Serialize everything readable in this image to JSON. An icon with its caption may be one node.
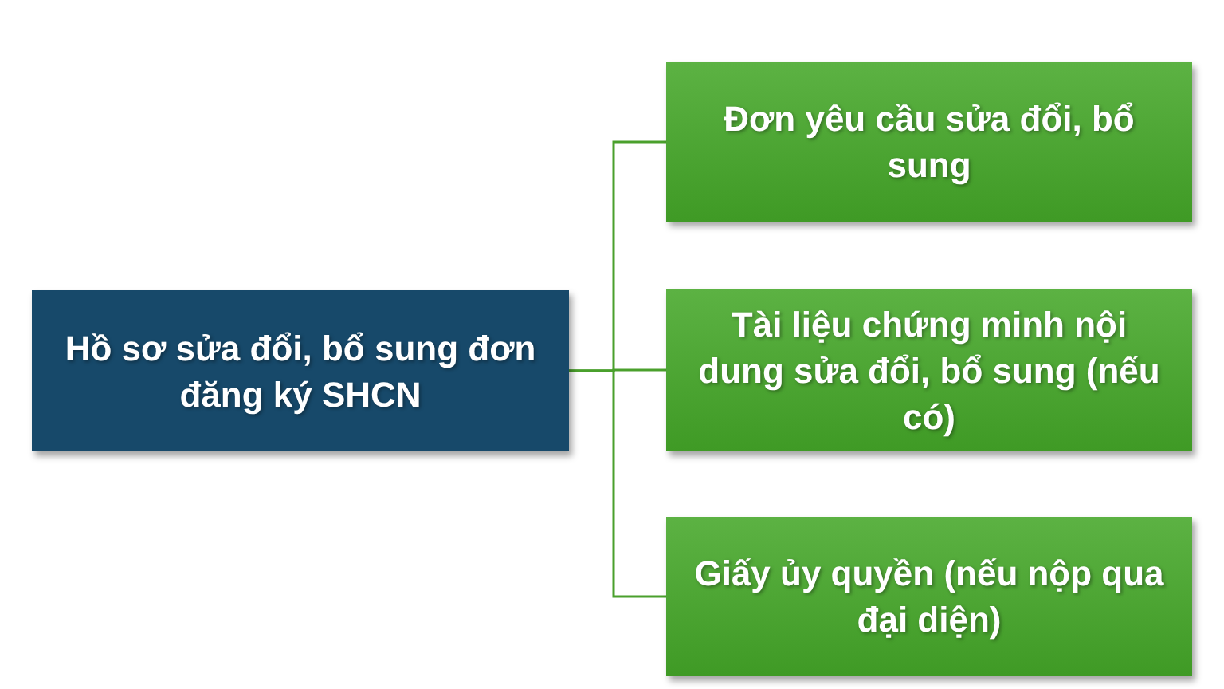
{
  "diagram": {
    "nodes": [
      {
        "text": [
          "Hồ sơ sửa đổi, bổ sung đơn đăng ký SHCN"
        ]
      },
      {
        "text": [
          "Đơn yêu cầu sửa đổi, bổ sung"
        ]
      },
      {
        "text": [
          "Tài liệu chứng minh nội dung sửa đổi, bổ sung (nếu có)"
        ]
      },
      {
        "text": [
          "Giấy ủy quyền (nếu nộp qua đại diện)"
        ]
      }
    ],
    "edges": [
      {
        "from": 0,
        "to": 1,
        "arrow": "none"
      },
      {
        "from": 0,
        "to": 2,
        "arrow": "none"
      },
      {
        "from": 0,
        "to": 3,
        "arrow": "none"
      }
    ]
  }
}
